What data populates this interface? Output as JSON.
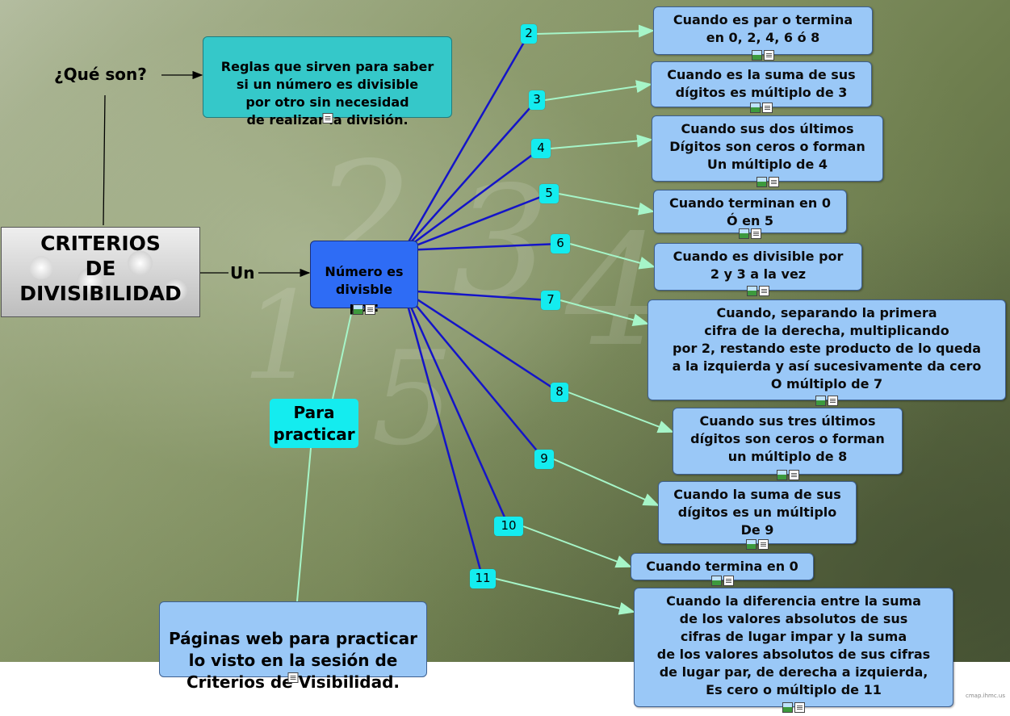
{
  "title": "CRITERIOS\nDE\nDIVISIBILIDAD",
  "link_que_son": "¿Qué son?",
  "definition": "Reglas que sirven para saber\nsi un número es divisible\npor otro sin necesidad\nde realizar la división.",
  "link_un": "Un",
  "center": "Número es\ndivisble\npor:",
  "link_practicar": "Para\npracticar",
  "web_pages": "Páginas web para practicar\nlo visto en la sesión de\nCriterios de Visibilidad.",
  "watermark": "cmap.ihmc.us",
  "criteria": [
    {
      "number": "2",
      "text": "Cuando es par o termina\nen 0, 2, 4, 6 ó 8"
    },
    {
      "number": "3",
      "text": "Cuando es la suma de sus\ndígitos es múltiplo de 3"
    },
    {
      "number": "4",
      "text": "Cuando sus dos últimos\nDígitos son ceros o forman\nUn múltiplo de 4"
    },
    {
      "number": "5",
      "text": "Cuando terminan en 0\nÓ en 5"
    },
    {
      "number": "6",
      "text": "Cuando es divisible por\n2 y 3 a la vez"
    },
    {
      "number": "7",
      "text": "Cuando, separando la primera\ncifra de la derecha, multiplicando\npor 2, restando este producto de lo queda\na la izquierda y así sucesivamente da cero\nO múltiplo de 7"
    },
    {
      "number": "8",
      "text": "Cuando sus tres últimos\ndígitos son ceros o forman\nun múltiplo de 8"
    },
    {
      "number": "9",
      "text": "Cuando la suma de sus\ndígitos es un múltiplo\nDe 9"
    },
    {
      "number": "10",
      "text": "Cuando termina en 0"
    },
    {
      "number": "11",
      "text": "Cuando la diferencia entre la suma\nde los valores absolutos de sus\ncifras de lugar impar y la suma\nde los valores absolutos de sus cifras\nde lugar par, de derecha a izquierda,\nEs cero o múltiplo de 11"
    }
  ],
  "colors": {
    "center": "#2e6cf5",
    "node": "#9ac8f7",
    "label": "#14ecef",
    "definition": "#35c8c9",
    "center_lines": "#1414c8",
    "arrows": "#a6f5c8"
  }
}
